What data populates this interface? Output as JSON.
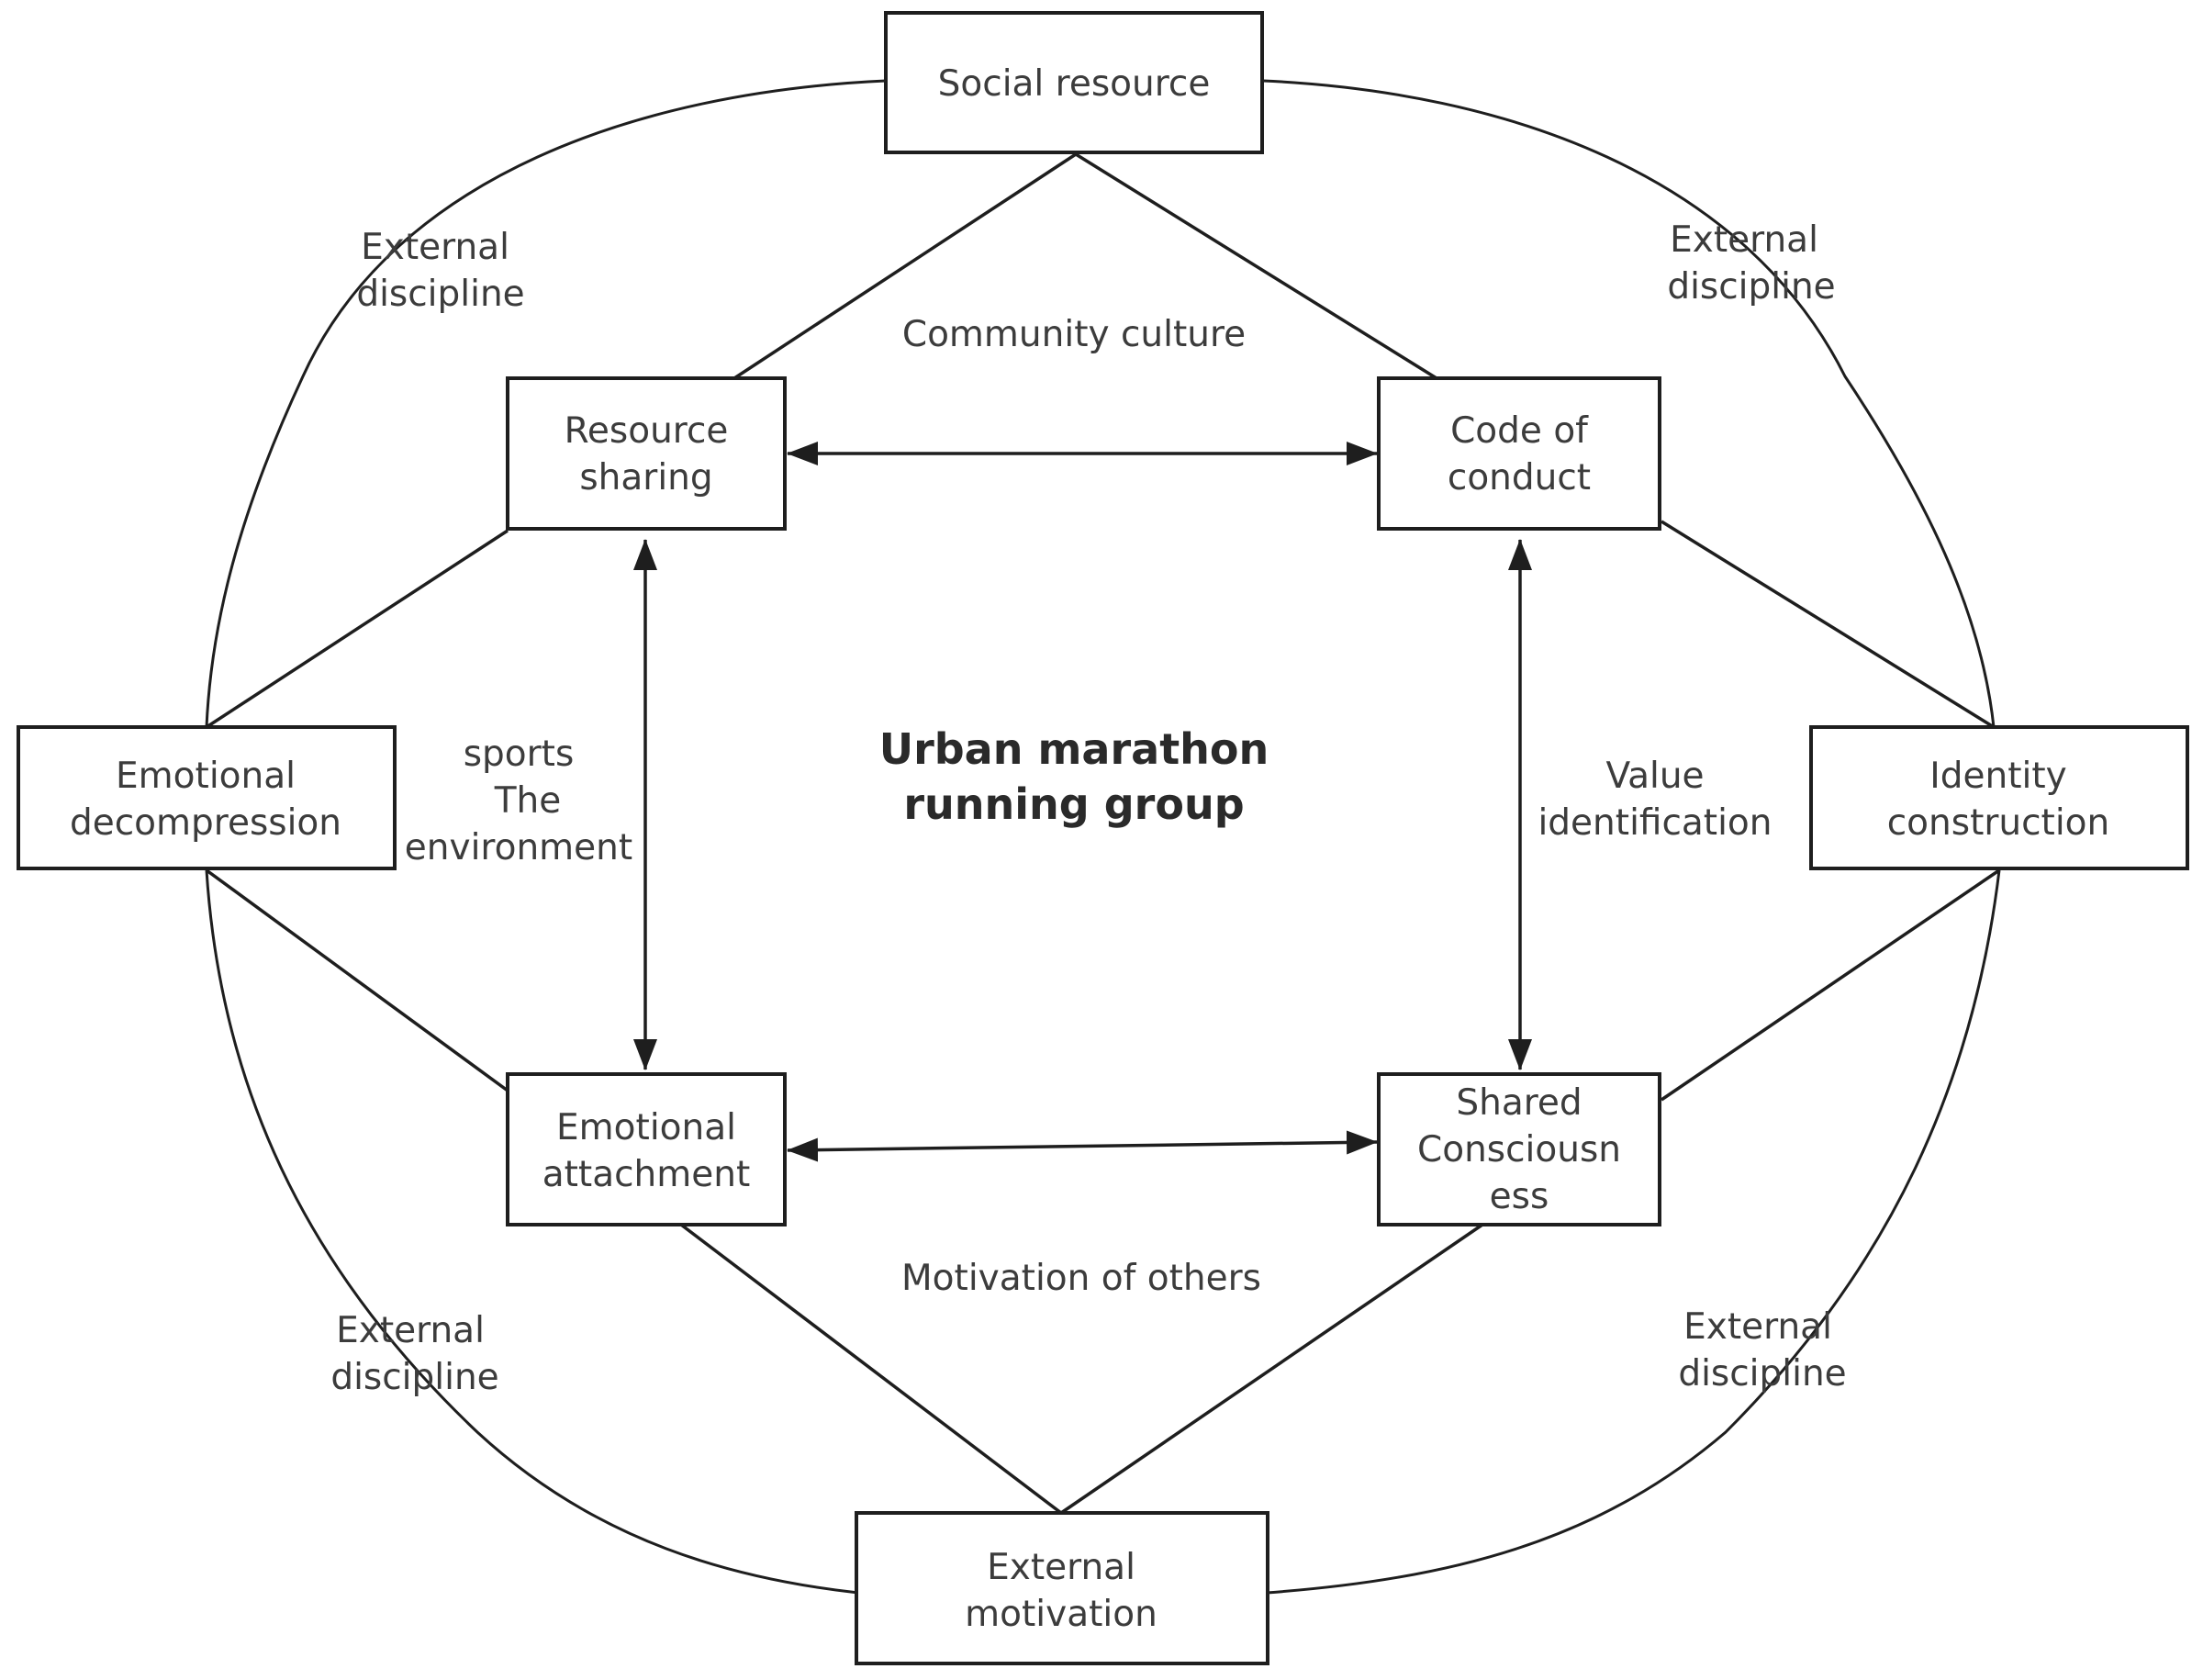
{
  "diagram": {
    "center_title": {
      "line1": "Urban marathon",
      "line2": "running group"
    },
    "nodes": {
      "social_resource": {
        "line1": "Social resource"
      },
      "resource_sharing": {
        "line1": "Resource",
        "line2": "sharing"
      },
      "code_of_conduct": {
        "line1": "Code of",
        "line2": "conduct"
      },
      "emotional_decompression": {
        "line1": "Emotional",
        "line2": "decompression"
      },
      "identity_construction": {
        "line1": "Identity",
        "line2": "construction"
      },
      "emotional_attachment": {
        "line1": "Emotional",
        "line2": "attachment"
      },
      "shared_consciousness": {
        "line1": "Shared",
        "line2": "Consciousn",
        "line3": "ess"
      },
      "external_motivation": {
        "line1": "External",
        "line2": "motivation"
      }
    },
    "labels": {
      "community_culture": "Community culture",
      "motivation_of_others": "Motivation of others",
      "sports_environment": {
        "line1": "sports",
        "line2": "The",
        "line3": "environment"
      },
      "value_identification": {
        "line1": "Value",
        "line2": "identification"
      },
      "external_discipline_tl": {
        "line1": "External",
        "line2": "discipline"
      },
      "external_discipline_tr": {
        "line1": "External",
        "line2": "discipline"
      },
      "external_discipline_bl": {
        "line1": "External",
        "line2": "discipline"
      },
      "external_discipline_br": {
        "line1": "External",
        "line2": "discipline"
      }
    }
  }
}
